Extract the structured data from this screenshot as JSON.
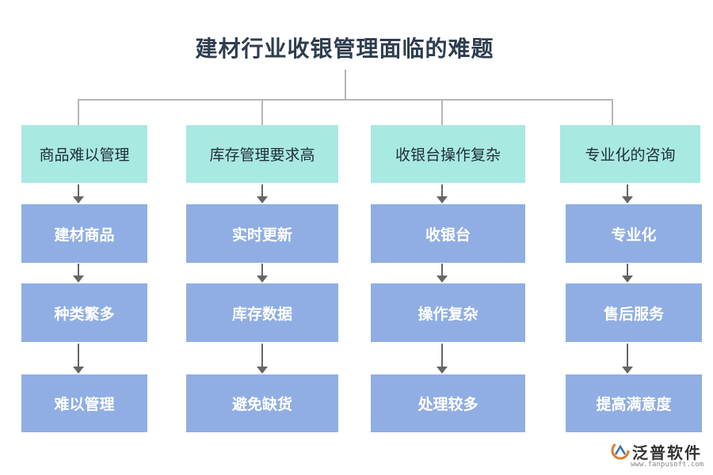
{
  "title": "建材行业收银管理面临的难题",
  "columns": [
    {
      "header": "商品难以管理",
      "items": [
        "建材商品",
        "种类繁多",
        "难以管理"
      ]
    },
    {
      "header": "库存管理要求高",
      "items": [
        "实时更新",
        "库存数据",
        "避免缺货"
      ]
    },
    {
      "header": "收银台操作复杂",
      "items": [
        "收银台",
        "操作复杂",
        "处理较多"
      ]
    },
    {
      "header": "专业化的咨询",
      "items": [
        "专业化",
        "售后服务",
        "提高满意度"
      ]
    }
  ],
  "logo": {
    "name": "泛普软件",
    "url": "www.fanpusoft.com"
  },
  "colors": {
    "header": "#a8e9e1",
    "item": "#90aee3",
    "title": "#2e3d4f",
    "connector": "#b5b5b5",
    "arrow": "#666666"
  }
}
